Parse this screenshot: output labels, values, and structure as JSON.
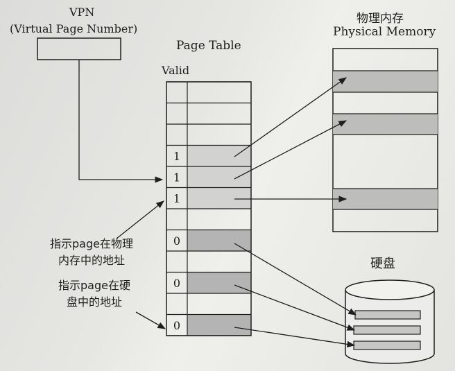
{
  "vpn": {
    "title": "VPN",
    "subtitle": "(Virtual Page Number)"
  },
  "page_table": {
    "title": "Page Table",
    "valid_header": "Valid",
    "valid_bits": [
      "",
      "",
      "",
      "1",
      "1",
      "1",
      "",
      "0",
      "",
      "0",
      "",
      "0"
    ]
  },
  "physical_memory": {
    "title_cn": "物理内存",
    "title_en": "Physical Memory"
  },
  "disk": {
    "title": "硬盘"
  },
  "annotations": {
    "memory_address": [
      "指示page在物理",
      "内存中的地址"
    ],
    "disk_address": [
      "指示page在硬",
      "盘中的地址"
    ]
  },
  "colors": {
    "ink": "#1e1e1e",
    "shade": "#b4b4b4",
    "light_shade": "#d2d2d0"
  }
}
